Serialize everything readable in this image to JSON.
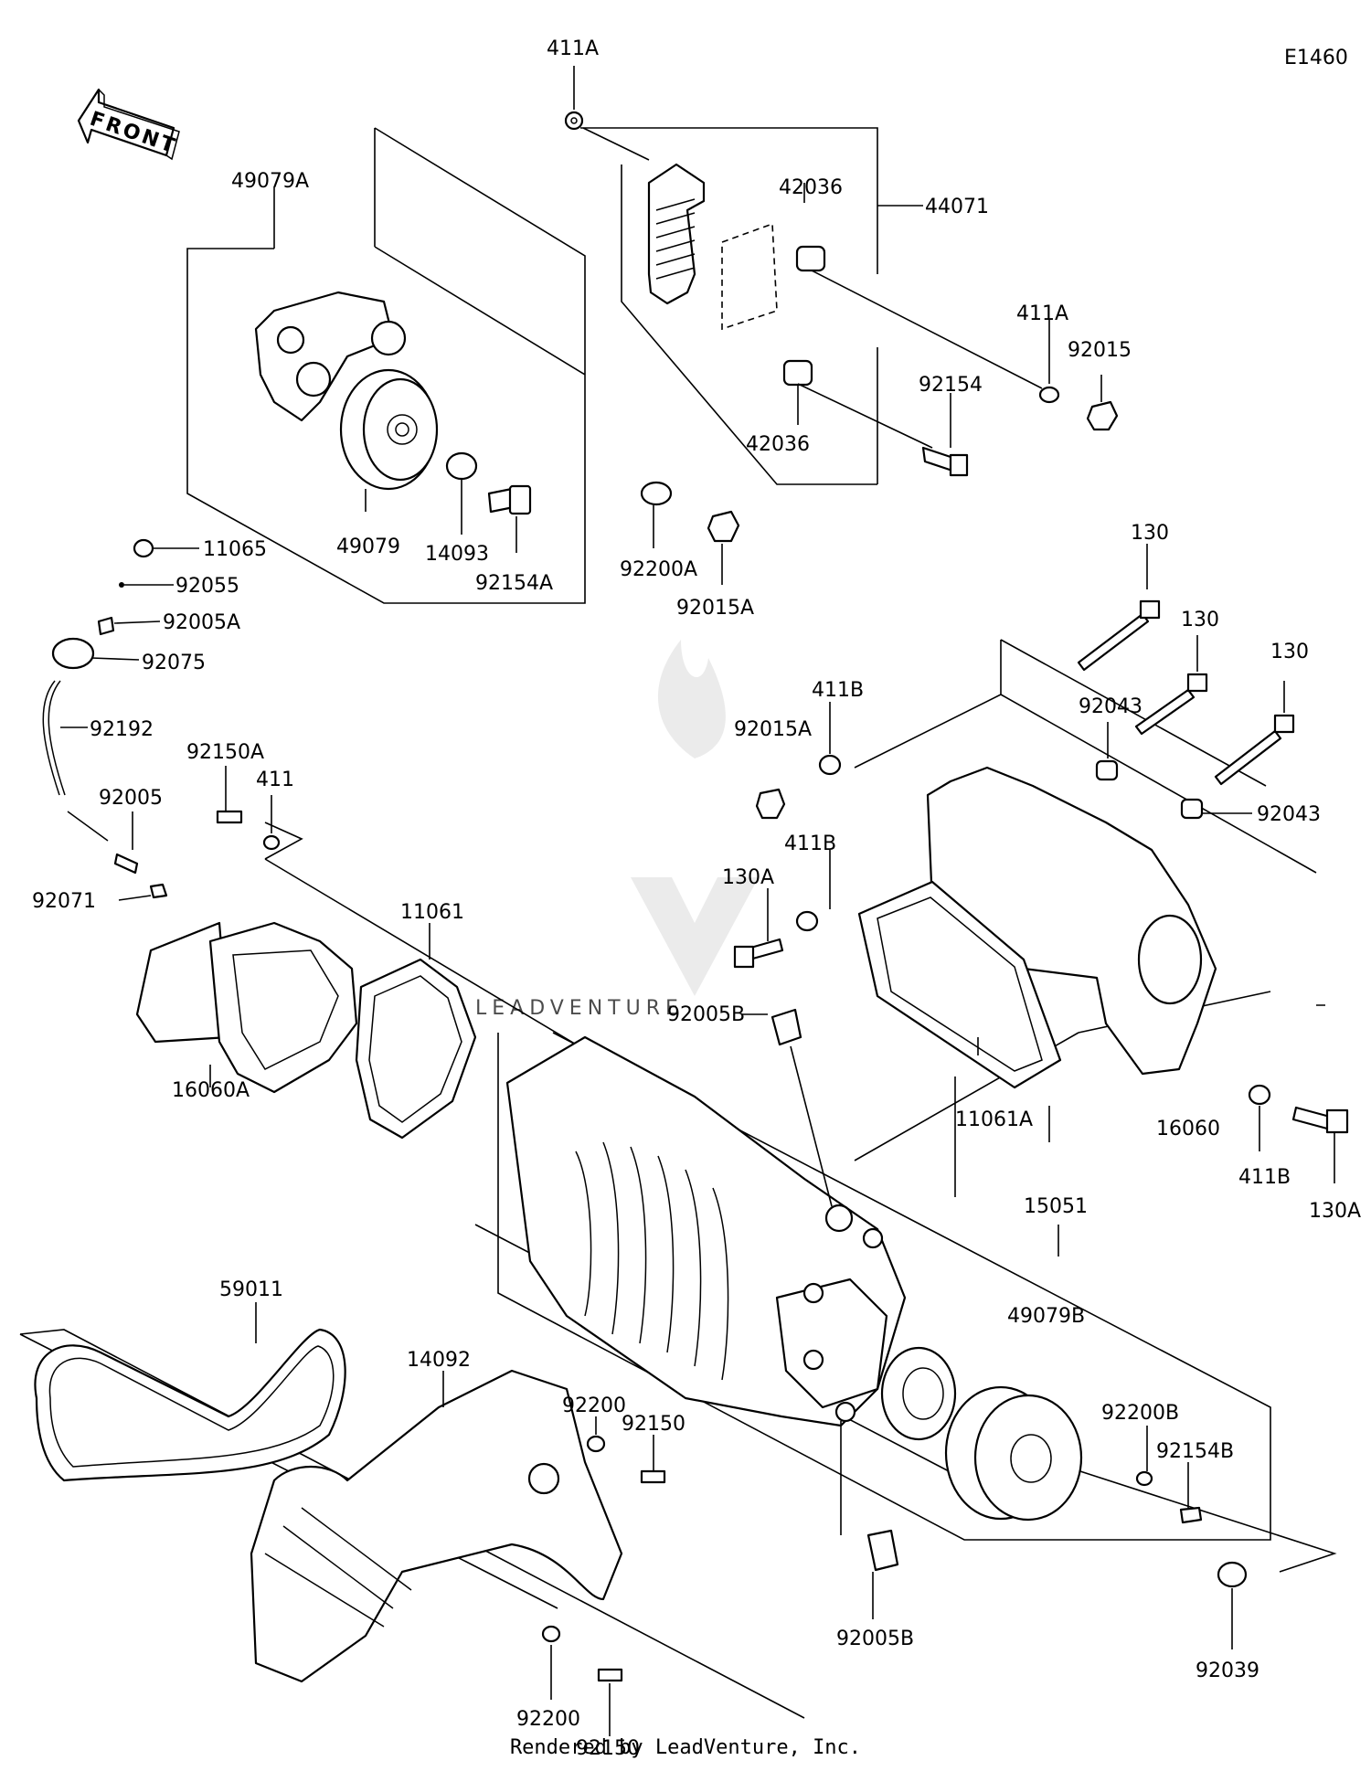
{
  "diagram_id": "E1460",
  "front_label": "FRONT",
  "watermark_text": "LEADVENTURE",
  "footer": "Rendered by LeadVenture, Inc.",
  "labels": {
    "l411A_top": "411A",
    "l44071": "44071",
    "l42036_a": "42036",
    "l42036_b": "42036",
    "l49079A": "49079A",
    "l411A_right": "411A",
    "l92015": "92015",
    "l92154": "92154",
    "l49079": "49079",
    "l14093": "14093",
    "l92154A": "92154A",
    "l92200A": "92200A",
    "l92015A_top": "92015A",
    "l11065": "11065",
    "l92055": "92055",
    "l92005A": "92005A",
    "l92075": "92075",
    "l92192": "92192",
    "l92150A": "92150A",
    "l411": "411",
    "l92005": "92005",
    "l92071": "92071",
    "l130_a": "130",
    "l130_b": "130",
    "l130_c": "130",
    "l411B_a": "411B",
    "l92015A_mid": "92015A",
    "l92043_a": "92043",
    "l92043_b": "92043",
    "l411B_b": "411B",
    "l130A_a": "130A",
    "l11061": "11061",
    "l92005B_top": "92005B",
    "l16060A": "16060A",
    "l11061A": "11061A",
    "l16060": "16060",
    "l411B_c": "411B",
    "l130A_b": "130A",
    "l15051": "15051",
    "l59011": "59011",
    "l14092": "14092",
    "l49079B": "49079B",
    "l92200_a": "92200",
    "l92150_a": "92150",
    "l92200B": "92200B",
    "l92154B": "92154B",
    "l92005B_bot": "92005B",
    "l92039": "92039",
    "l92200_b": "92200",
    "l92150_b": "92150"
  }
}
